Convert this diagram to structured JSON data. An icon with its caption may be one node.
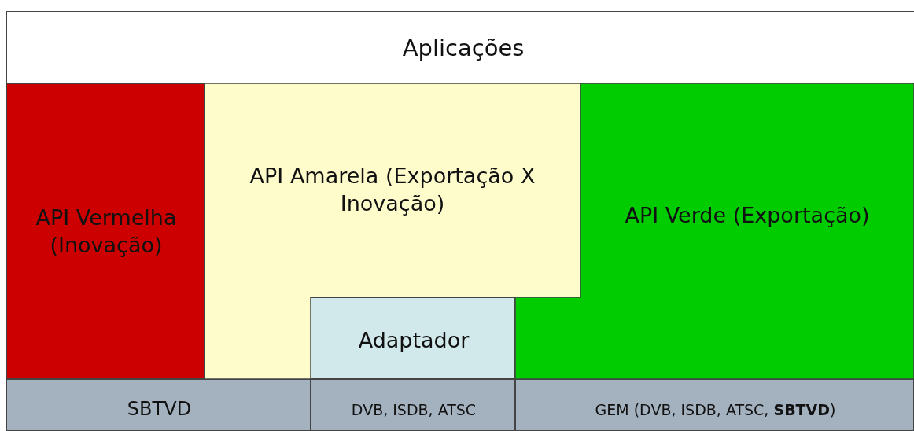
{
  "diagram": {
    "nodes": [
      {
        "text": [
          "Aplicações"
        ]
      },
      {
        "text": [
          "API Vermelha (Inovação)"
        ]
      },
      {
        "text": [
          "API Amarela (Exportação X Inovação)"
        ]
      },
      {
        "text": [
          "API Verde (Exportação)"
        ]
      },
      {
        "text": [
          "Adaptador"
        ]
      },
      {
        "text": [
          "SBTVD"
        ]
      },
      {
        "text": [
          "DVB, ISDB, ATSC"
        ]
      },
      {
        "text": [
          "GEM (DVB, ISDB, ATSC, **SBTVD**)"
        ]
      }
    ]
  }
}
